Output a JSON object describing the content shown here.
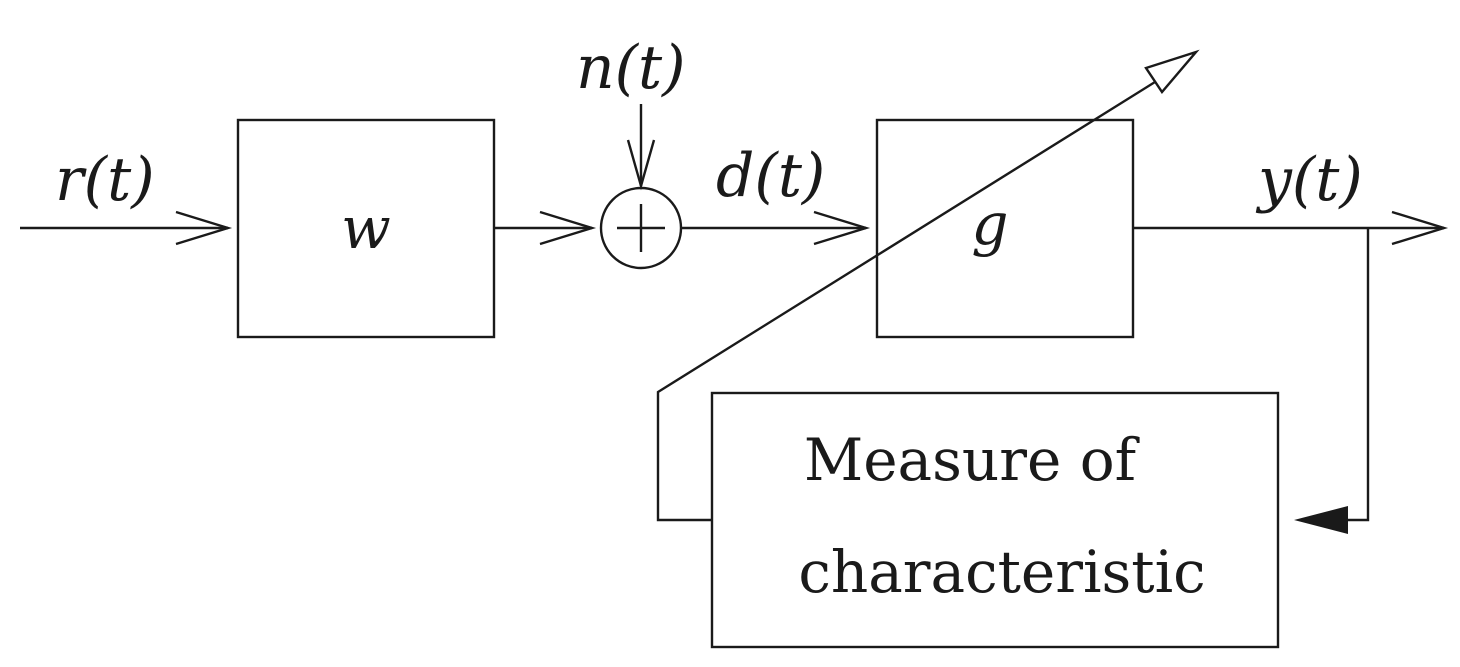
{
  "signals": {
    "input": "r(t)",
    "noise": "n(t)",
    "disturbed": "d(t)",
    "output": "y(t)"
  },
  "blocks": {
    "w": "w",
    "g": "g",
    "measure_line1": "Measure of",
    "measure_line2": "characteristic"
  }
}
